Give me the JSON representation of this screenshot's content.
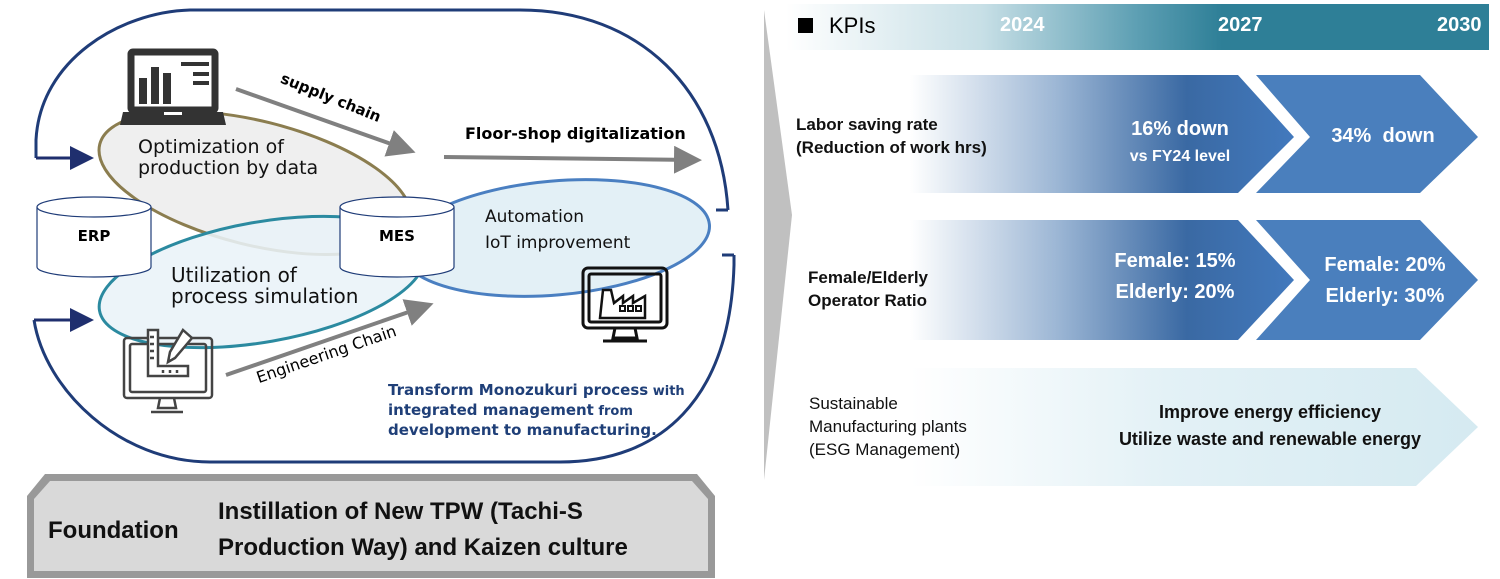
{
  "diagram": {
    "ellipses": {
      "optimization": "Optimization of\nproduction by data",
      "utilization": "Utilization of\nprocess simulation",
      "automation_line1": "Automation",
      "automation_line2": "IoT improvement"
    },
    "databases": {
      "erp": "ERP",
      "mes": "MES"
    },
    "arrows": {
      "supply_chain": "supply chain",
      "floor_shop": "Floor-shop digitalization",
      "engineering_chain": "Engineering Chain"
    },
    "icons": {
      "laptop": "laptop-chart-icon",
      "design_monitor": "monitor-ruler-pencil-icon",
      "factory_monitor": "monitor-factory-icon"
    },
    "transform": {
      "part1": "Transform Monozukuri process",
      "part2": " with",
      "part3": "integrated management",
      "part4": " from",
      "part5": "development to manufacturing."
    },
    "colors": {
      "loop": "#1f3c78",
      "ellipse_optimization_border": "#8b7d4f",
      "ellipse_utilization_border": "#2b8aa0",
      "ellipse_automation_border": "#4a7fc1",
      "arrow_gray": "#808080"
    }
  },
  "foundation": {
    "label": "Foundation",
    "line1": "Instillation of New TPW (Tachi-S",
    "line2": "Production Way) and Kaizen culture"
  },
  "kpis": {
    "title": "KPIs",
    "years": [
      "2024",
      "2027",
      "2030"
    ],
    "rows": [
      {
        "label_line1": "Labor saving rate",
        "label_line2": "(Reduction of work hrs)",
        "y2027_line1": "16% down",
        "y2027_line2": "vs FY24 level",
        "y2030_line1": "34%  down"
      },
      {
        "label_line1": "Female/Elderly",
        "label_line2": "Operator Ratio",
        "y2027_line1": "Female: 15%",
        "y2027_line2": "Elderly: 20%",
        "y2030_line1": "Female: 20%",
        "y2030_line2": "Elderly: 30%"
      },
      {
        "label_line1": "Sustainable",
        "label_line2": "Manufacturing plants",
        "label_line3": "(ESG Management)",
        "target_line1": "Improve energy efficiency",
        "target_line2": "Utilize waste and renewable energy"
      }
    ],
    "colors": {
      "header_teal": "#2e7f97",
      "arrow_blue": "#3d72b4",
      "arrow_blue_light": "#4a7fbd",
      "esg_light": "#d6ebf2"
    }
  }
}
